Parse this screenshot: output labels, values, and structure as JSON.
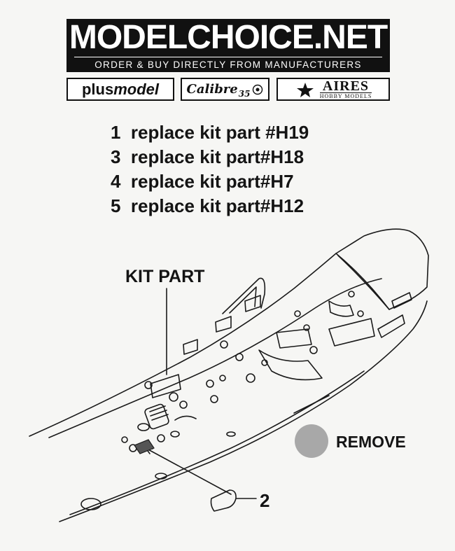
{
  "banner": {
    "title": "MODELCHOICE.NET",
    "subtitle": "ORDER & BUY DIRECTLY FROM MANUFACTURERS"
  },
  "logos": {
    "plusmodel_a": "plus",
    "plusmodel_b": "model",
    "calibre": "Calibre",
    "calibre_num": "35",
    "aires_main": "AIRES",
    "aires_sub": "HOBBY MODELS"
  },
  "instructions": [
    "1  replace kit part #H19",
    "3  replace kit part#H18",
    "4  replace kit part#H7",
    "5  replace kit part#H12"
  ],
  "diagram": {
    "kit_part_label": "KIT PART",
    "remove_label": "REMOVE",
    "part_number": "2"
  },
  "colors": {
    "ink": "#141414",
    "remove_marker": "#a8a8a8",
    "paper": "#f6f6f4"
  }
}
